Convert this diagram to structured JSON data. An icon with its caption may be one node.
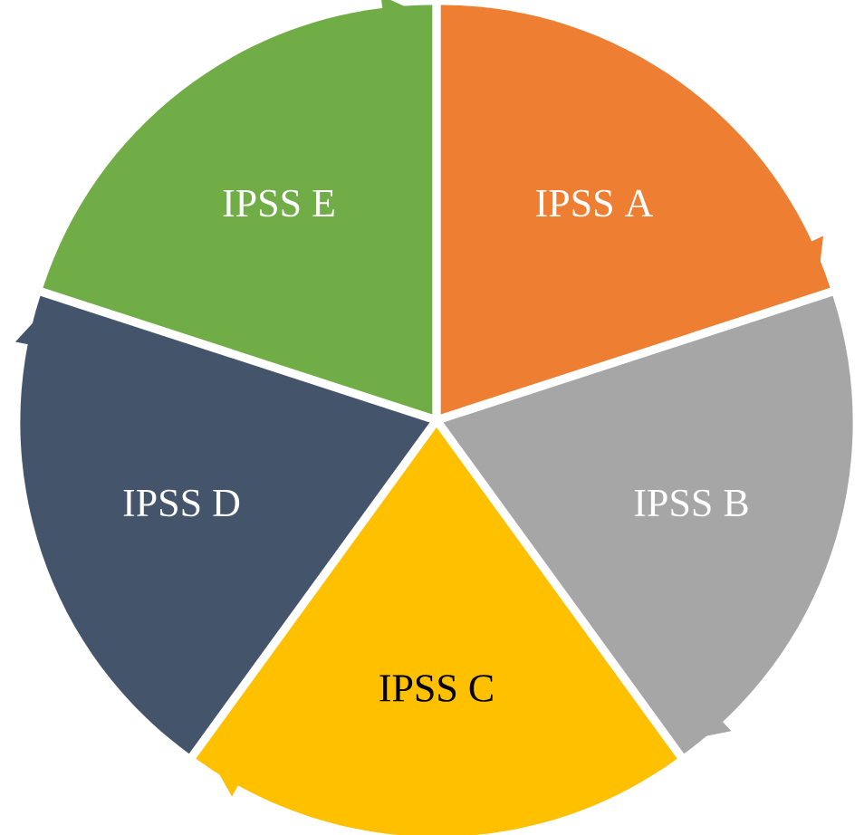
{
  "diagram": {
    "nodes": [
      {
        "text": [
          "IPSS A"
        ]
      },
      {
        "text": [
          "IPSS B"
        ]
      },
      {
        "text": [
          "IPSS C"
        ]
      },
      {
        "text": [
          "IPSS D"
        ]
      },
      {
        "text": [
          "IPSS E"
        ]
      }
    ]
  }
}
